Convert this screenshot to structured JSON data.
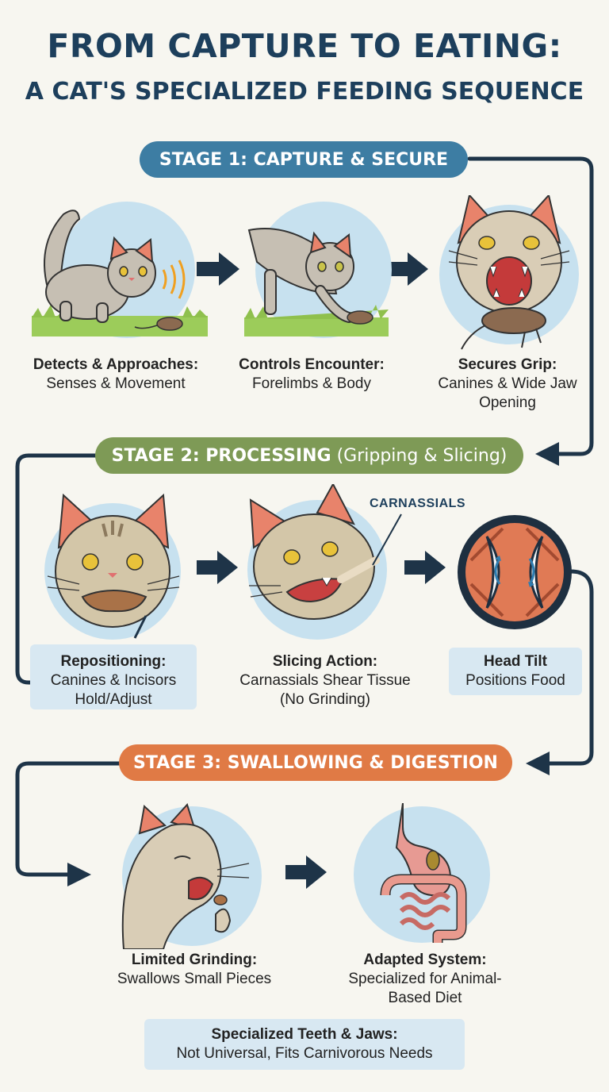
{
  "title": {
    "line1": "FROM CAPTURE TO EATING:",
    "line2": "A CAT'S SPECIALIZED FEEDING SEQUENCE"
  },
  "stages": [
    {
      "label": "STAGE 1: CAPTURE & SECURE",
      "sub": "",
      "color": "#3d7da3",
      "steps": [
        {
          "head": "Detects & Approaches:",
          "body": "Senses & Movement"
        },
        {
          "head": "Controls Encounter:",
          "body": "Forelimbs & Body"
        },
        {
          "head": "Secures Grip:",
          "body": "Canines & Wide Jaw Opening"
        }
      ]
    },
    {
      "label": "STAGE 2: PROCESSING",
      "sub": "(Gripping & Slicing)",
      "color": "#7e9a56",
      "steps": [
        {
          "head": "Repositioning:",
          "body": "Canines & Incisors Hold/Adjust"
        },
        {
          "head": "Slicing Action:",
          "body": "Carnassials Shear Tissue (No Grinding)"
        },
        {
          "head": "Head Tilt",
          "body": "Positions Food"
        }
      ],
      "annotation": "CARNASSIALS"
    },
    {
      "label": "STAGE 3: SWALLOWING & DIGESTION",
      "sub": "",
      "color": "#e07a45",
      "steps": [
        {
          "head": "Limited Grinding:",
          "body": "Swallows Small Pieces"
        },
        {
          "head": "Adapted System:",
          "body": "Specialized for Animal-Based Diet"
        }
      ]
    }
  ],
  "summary": {
    "head": "Specialized Teeth & Jaws:",
    "body": "Not Universal, Fits Carnivorous Needs"
  }
}
